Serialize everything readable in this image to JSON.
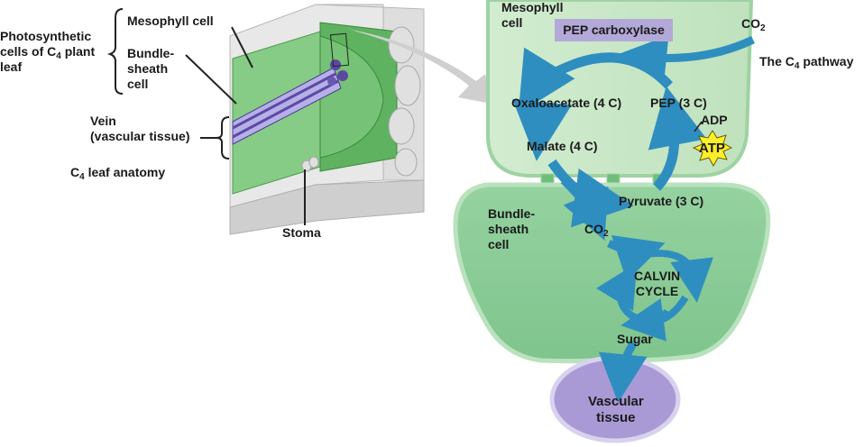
{
  "left_panel": {
    "group_label": [
      "Photosynthetic",
      "cells of C",
      "4",
      " plant",
      "leaf"
    ],
    "mesophyll_label": "Mesophyll cell",
    "bundle_sheath_label": [
      "Bundle-",
      "sheath",
      "cell"
    ],
    "vein_label": [
      "Vein",
      "(vascular tissue)"
    ],
    "caption_prefix": "C",
    "caption_sub": "4",
    "caption_rest": " leaf anatomy",
    "stoma_label": "Stoma"
  },
  "right_panel": {
    "title_prefix": "The C",
    "title_sub": "4",
    "title_rest": " pathway",
    "mesophyll_cell": [
      "Mesophyll",
      "cell"
    ],
    "enzyme": "PEP carboxylase",
    "co2_in": "CO",
    "co2_sub": "2",
    "oxaloacetate": "Oxaloacetate (4 C)",
    "pep": "PEP (3 C)",
    "adp": "ADP",
    "atp": "ATP",
    "malate": "Malate (4 C)",
    "pyruvate": "Pyruvate (3 C)",
    "bundle_sheath_cell": [
      "Bundle-",
      "sheath",
      "cell"
    ],
    "co2_released": "CO",
    "co2_released_sub": "2",
    "calvin_cycle": [
      "CALVIN",
      "CYCLE"
    ],
    "sugar": "Sugar",
    "vascular_tissue": [
      "Vascular",
      "tissue"
    ]
  },
  "colors": {
    "mesophyll_fill": "#c9e6c7",
    "bundle_sheath_fill": "#8fcf9a",
    "arrow_blue": "#2f8ec0",
    "enzyme_box": "#b3a9d9",
    "vascular_fill": "#a99ad6",
    "atp_star": "#ffef2a"
  }
}
